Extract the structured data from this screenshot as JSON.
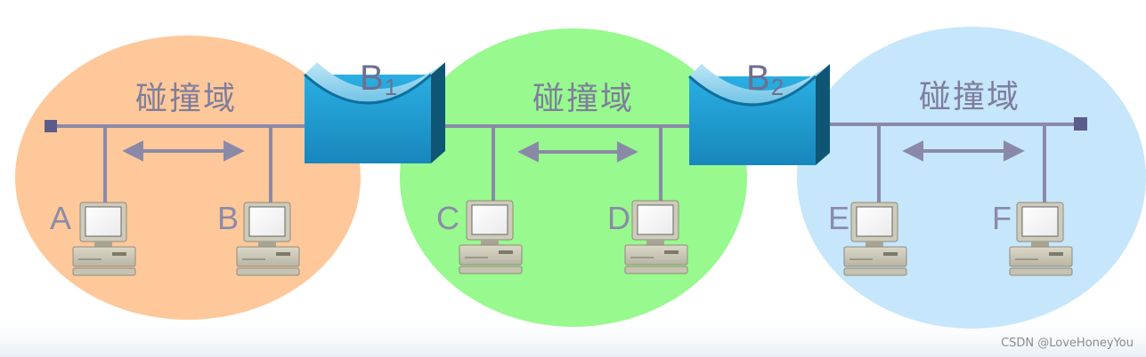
{
  "domains": [
    {
      "label": "碰撞域",
      "color": "#ffc89a"
    },
    {
      "label": "碰撞域",
      "color": "#98f98e"
    },
    {
      "label": "碰撞域",
      "color": "#c6e6fb"
    }
  ],
  "bridges": [
    {
      "letter": "B",
      "subscript": "1"
    },
    {
      "letter": "B",
      "subscript": "2"
    }
  ],
  "hosts": [
    "A",
    "B",
    "C",
    "D",
    "E",
    "F"
  ],
  "watermark": "CSDN @LoveHoneyYou",
  "colors": {
    "bus_line": "#8a8aa8",
    "bridge_blue": "#1f9fd6",
    "bridge_dark": "#0f5675",
    "text_gray": "#7e7e9c"
  }
}
